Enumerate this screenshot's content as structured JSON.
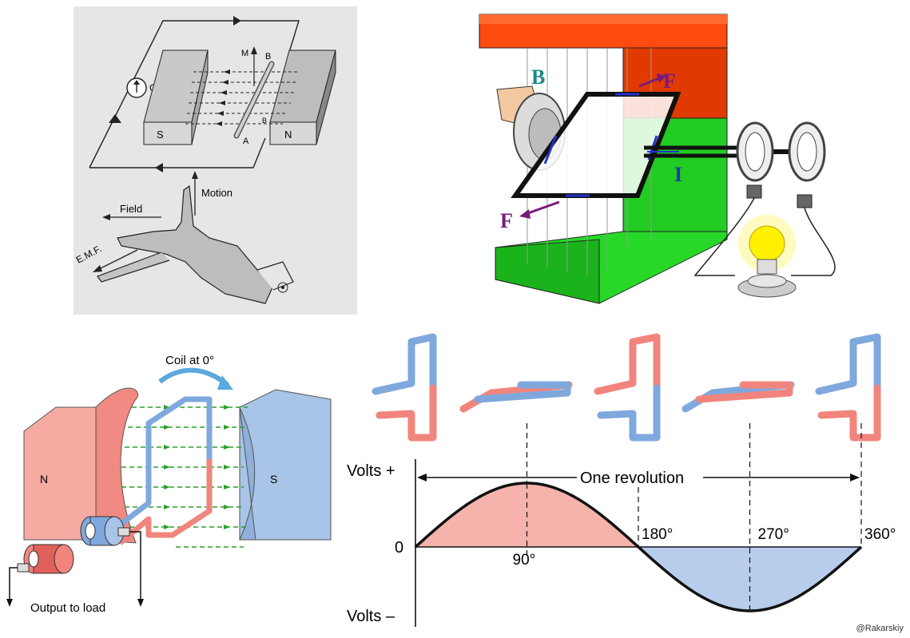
{
  "fleming": {
    "galvanometer": "G",
    "conductor_top_1": "M",
    "conductor_top_2": "B",
    "conductor_bottom_1": "A",
    "conductor_bottom_2": "B",
    "south": "S",
    "north": "N",
    "motion": "Motion",
    "field": "Field",
    "emf": "E.M.F."
  },
  "generator3d": {
    "field": "B",
    "force_top": "F",
    "force_bottom": "F",
    "current": "I",
    "colors": {
      "magnet_top": "#ff4a10",
      "magnet_bottom": "#22cc22",
      "bulb": "#fff100",
      "label_b": "#1a8a8a",
      "label_f": "#7a1a7a",
      "label_i": "#1a3ab0"
    }
  },
  "coil_diagram": {
    "north": "N",
    "south": "S",
    "coil_label": "Coil at 0°",
    "output": "Output to load",
    "colors": {
      "north": "#f5aaa2",
      "south": "#a8c4e6",
      "field_lines": "#2aa02a",
      "wire_red": "#f1857d",
      "wire_blue": "#7fa8dd"
    }
  },
  "chart_data": {
    "type": "area",
    "title": "",
    "x_unit": "degrees",
    "x": [
      0,
      90,
      180,
      270,
      360
    ],
    "y": [
      0,
      1,
      0,
      -1,
      0
    ],
    "x_tick_labels": [
      "90°",
      "180°",
      "270°",
      "360°"
    ],
    "y_axis_top": "Volts +",
    "y_axis_bottom": "Volts –",
    "y_origin": "0",
    "annotation": "One revolution",
    "series_colors": {
      "positive": "#f5b3ab",
      "negative": "#b8cdec",
      "curve": "#111111"
    }
  },
  "credit": "@Rakarskiy"
}
